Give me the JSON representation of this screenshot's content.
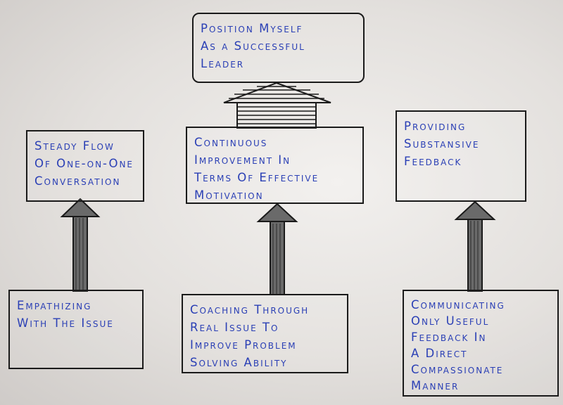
{
  "nodes": {
    "top": "Position Myself\nAs a Successful\n        Leader",
    "middle": "Continuous\nImprovement In\nTerms Of Effective\nMotivation",
    "left": "Steady Flow\nOf One-on-One\nConversation",
    "right": "Providing\nSubstansive\nFeedback",
    "bottom_left": "Empathizing\nWith The Issue",
    "bottom_middle": "Coaching Through\nReal Issue To\nImprove Problem\nSolving Ability",
    "bottom_right": "Communicating\nOnly Useful\nFeedback In\nA Direct\nCompassionate\nManner"
  },
  "colors": {
    "ink": "#1a1a1a",
    "text": "#2a3fb5",
    "paper": "#ebe8e5"
  }
}
